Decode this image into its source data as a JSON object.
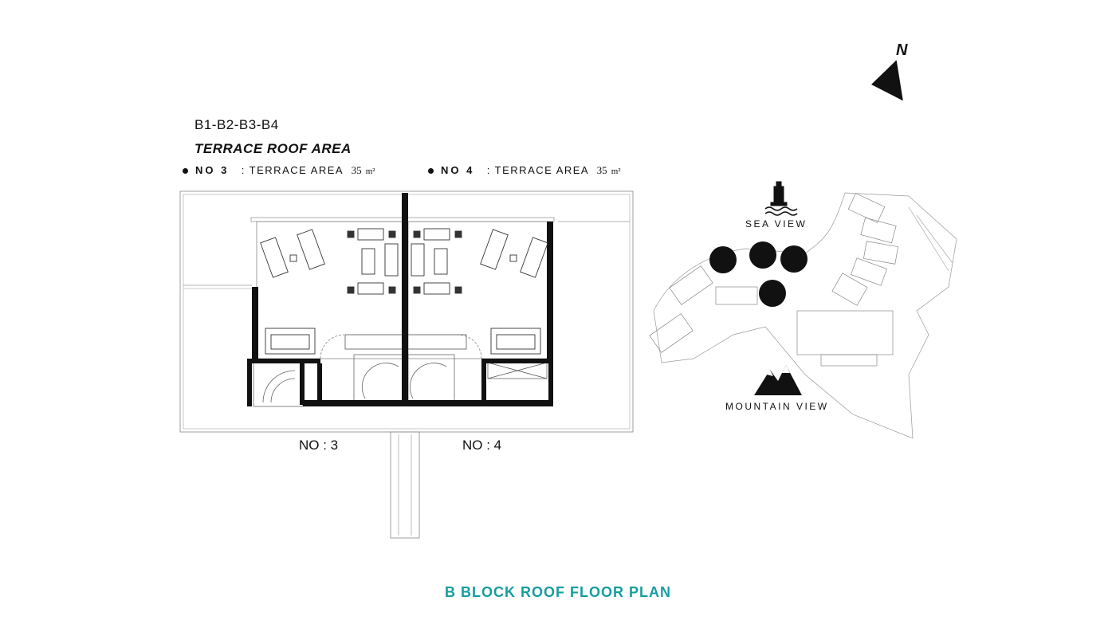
{
  "header": {
    "block_code": "B1-B2-B3-B4",
    "section_title": "TERRACE ROOF  AREA"
  },
  "areas": [
    {
      "no_label": "NO 3",
      "desc": ": TERRACE AREA",
      "value": "35",
      "unit": "m²"
    },
    {
      "no_label": "NO 4",
      "desc": ": TERRACE AREA",
      "value": "35",
      "unit": "m²"
    }
  ],
  "units": {
    "left": "NO : 3",
    "right": "NO : 4"
  },
  "site_map": {
    "sea_view": "SEA VIEW",
    "mountain_view": "MOUNTAIN VIEW",
    "north": "N"
  },
  "footer": {
    "plan_title": "B BLOCK ROOF FLOOR PLAN"
  },
  "colors": {
    "title_accent": "#169da0",
    "ink": "#111111"
  }
}
